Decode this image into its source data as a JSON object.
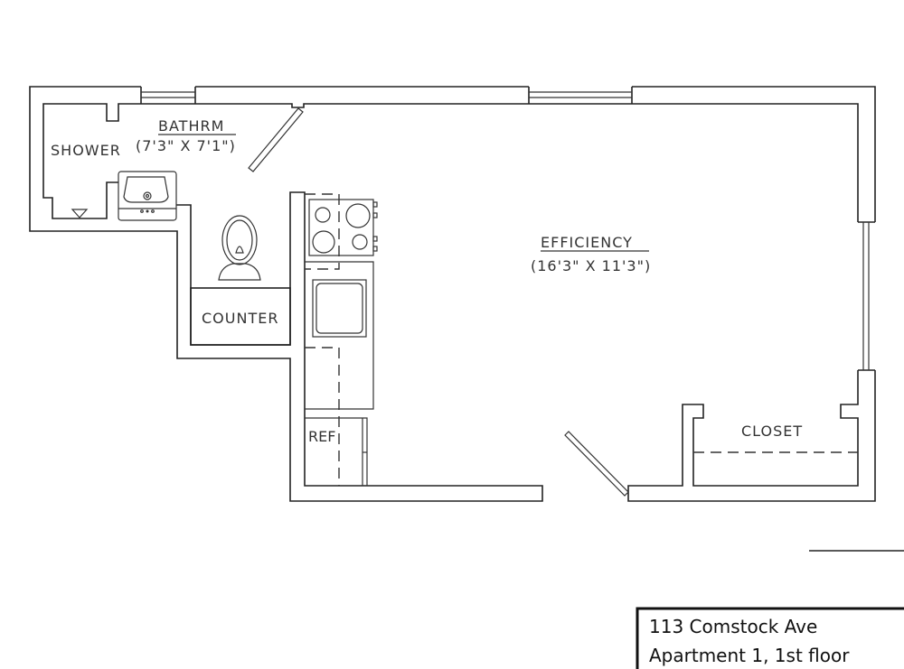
{
  "plan": {
    "rooms": {
      "bathroom": {
        "name": "BATHRM",
        "dimensions": "(7'3\" X 7'1\")"
      },
      "shower": {
        "name": "SHOWER"
      },
      "counter": {
        "name": "COUNTER"
      },
      "efficiency": {
        "name": "EFFICIENCY",
        "dimensions": "(16'3\" X 11'3\")"
      },
      "closet": {
        "name": "CLOSET"
      },
      "refrigerator": {
        "name": "REF"
      }
    }
  },
  "title_block": {
    "address": "113 Comstock Ave",
    "unit": "Apartment 1, 1st floor"
  }
}
